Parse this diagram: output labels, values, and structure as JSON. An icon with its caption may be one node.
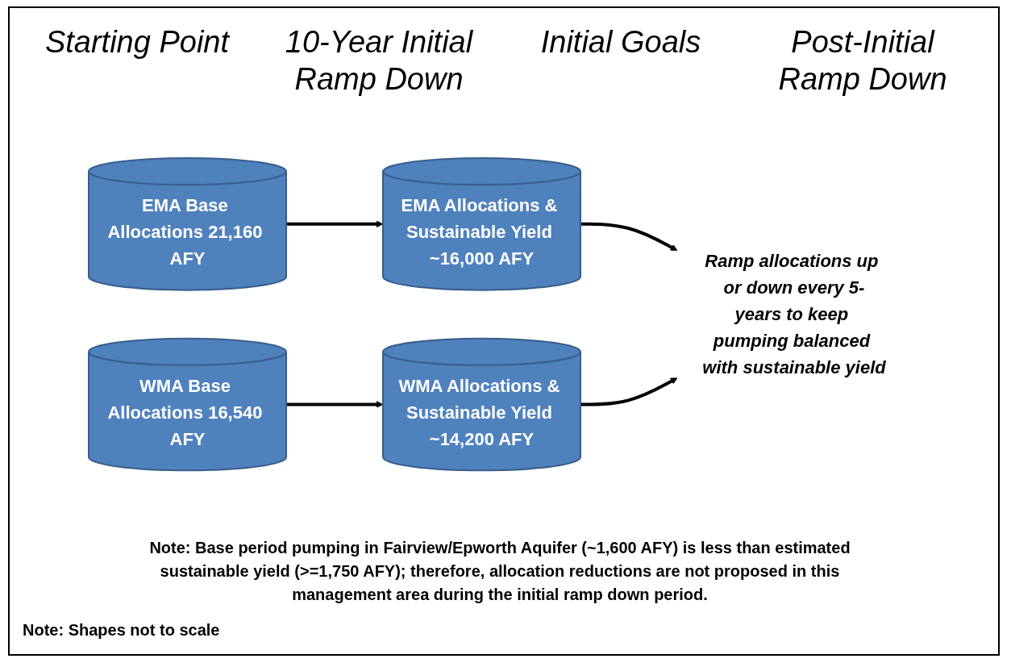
{
  "diagram": {
    "nodes": [
      {
        "text": [
          "EMA Base Allocations 21,160 AFY"
        ]
      },
      {
        "text": [
          "EMA Allocations & Sustainable Yield ~16,000 AFY"
        ]
      },
      {
        "text": [
          "WMA Base Allocations 16,540 AFY"
        ]
      },
      {
        "text": [
          "WMA Allocations & Sustainable Yield ~14,200 AFY"
        ]
      },
      {
        "text": [
          "Ramp allocations up or down every 5-years to keep pumping balanced with sustainable yield"
        ]
      }
    ],
    "edges": [
      {
        "from": 0,
        "to": 1,
        "arrow": "to"
      },
      {
        "from": 1,
        "to": 4,
        "arrow": "to"
      },
      {
        "from": 2,
        "to": 3,
        "arrow": "to"
      },
      {
        "from": 3,
        "to": 4,
        "arrow": "to"
      }
    ],
    "labels": [
      "Starting Point",
      "10-Year Initial Ramp Down",
      "Initial Goals",
      "Post-Initial Ramp Down",
      "Note:  Base period pumping in Fairview/Epworth Aquifer (~1,600 AFY) is less than estimated sustainable yield (>=1,750 AFY); therefore, allocation reductions are not proposed in this management area during the initial ramp down period.",
      "Note: Shapes not to scale"
    ]
  }
}
